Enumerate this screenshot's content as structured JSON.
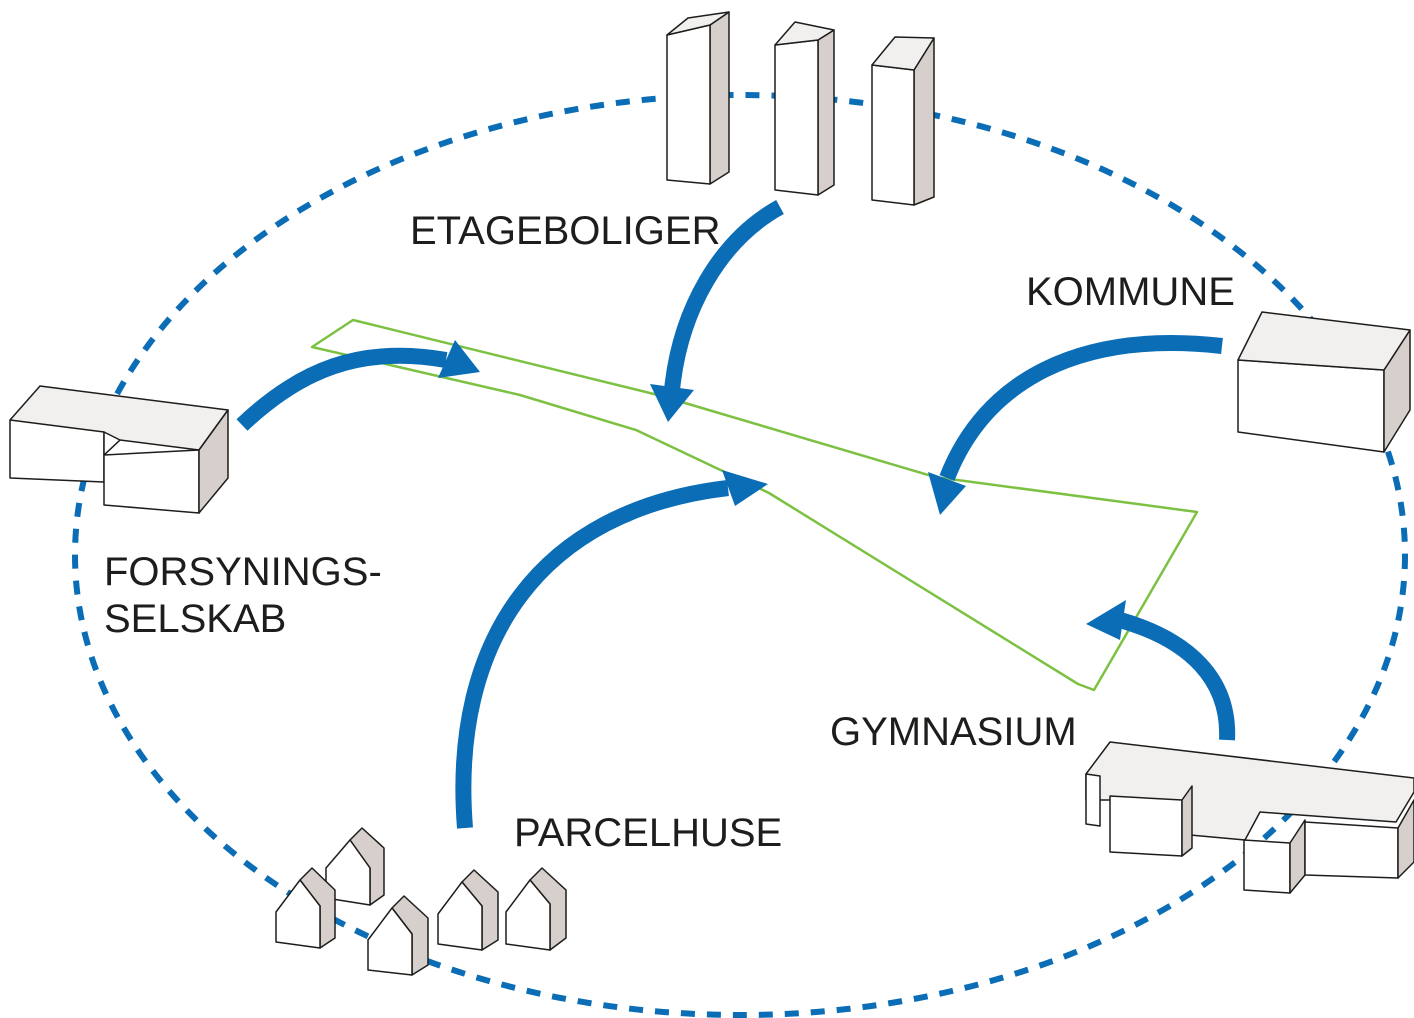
{
  "labels": {
    "etageboliger": "ETAGEBOLIGER",
    "kommune": "KOMMUNE",
    "forsynings_line1": "FORSYNINGS-",
    "forsynings_line2": "SELSKAB",
    "gymnasium": "GYMNASIUM",
    "parcelhuse": "PARCELHUSE"
  },
  "colors": {
    "arrow": "#0a6db6",
    "boundary": "#0a6db6",
    "site_outline": "#7cc142",
    "text": "#1d1d1b",
    "building_shadow": "#d6cfcb"
  }
}
